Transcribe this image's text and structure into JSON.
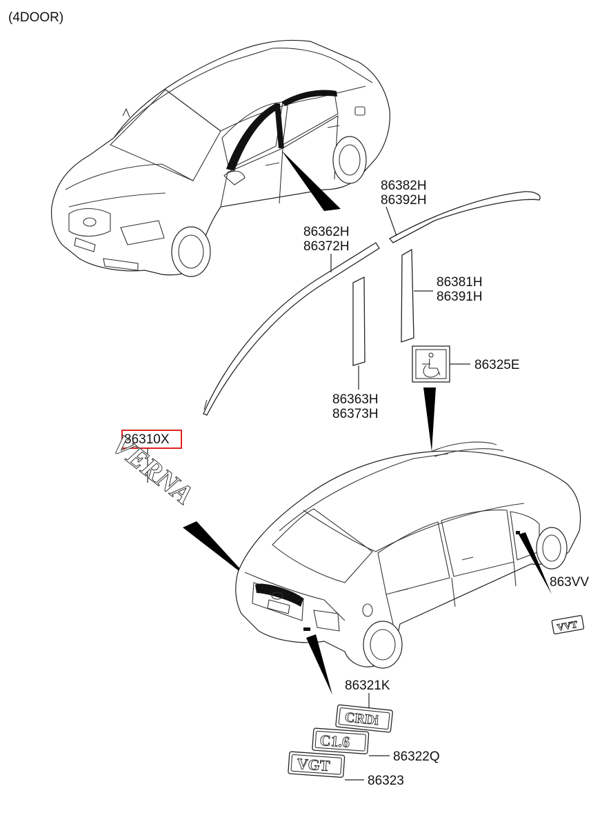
{
  "header": {
    "variant": "(4DOOR)"
  },
  "callouts": {
    "c86382H": "86382H",
    "c86392H": "86392H",
    "c86362H": "86362H",
    "c86372H": "86372H",
    "c86381H": "86381H",
    "c86391H": "86391H",
    "c86325E": "86325E",
    "c86363H": "86363H",
    "c86373H": "86373H",
    "c86310X": "86310X",
    "c863VV": "863VV",
    "c86321K": "86321K",
    "c86322Q": "86322Q",
    "c86323": "86323"
  },
  "emblems": {
    "verna": "VERNA",
    "vvt": "VVT",
    "crdi": "CRDi",
    "cl6": "C1.6",
    "vgt": "VGT"
  },
  "colors": {
    "highlight": "#e02020",
    "line": "#222222"
  }
}
